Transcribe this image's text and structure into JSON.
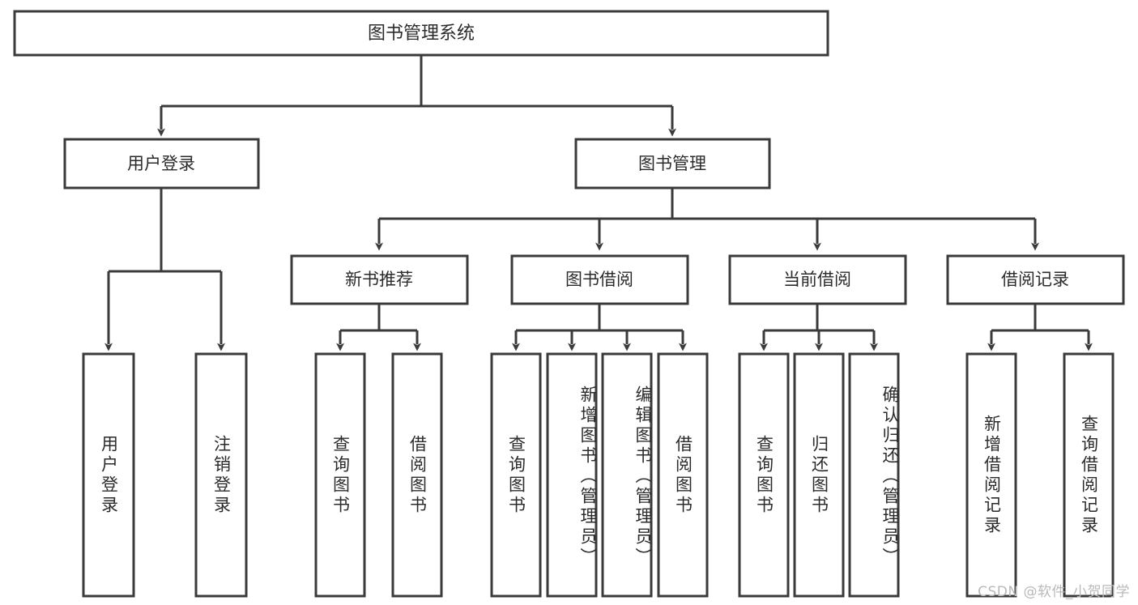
{
  "diagram": {
    "type": "tree",
    "title": "图书管理系统",
    "orientation": "top-down",
    "colors": {
      "box_stroke": "#3a3a3a",
      "box_fill": "#ffffff",
      "connector": "#3a3a3a",
      "text": "#2b2b2b",
      "watermark": "#b9b9b9",
      "background": "#ffffff"
    },
    "root": {
      "label": "图书管理系统"
    },
    "level1": [
      {
        "label": "用户登录"
      },
      {
        "label": "图书管理"
      }
    ],
    "level2": [
      {
        "label": "新书推荐"
      },
      {
        "label": "图书借阅"
      },
      {
        "label": "当前借阅"
      },
      {
        "label": "借阅记录"
      }
    ],
    "leaves": {
      "user_login": [
        {
          "label": "用户登录"
        },
        {
          "label": "注销登录"
        }
      ],
      "new_book_recommend": [
        {
          "label": "查询图书"
        },
        {
          "label": "借阅图书"
        }
      ],
      "book_borrow": [
        {
          "label": "查询图书"
        },
        {
          "label": "新增图书（管理员）"
        },
        {
          "label": "编辑图书（管理员）"
        },
        {
          "label": "借阅图书"
        }
      ],
      "current_borrow": [
        {
          "label": "查询图书"
        },
        {
          "label": "归还图书"
        },
        {
          "label": "确认归还（管理员）"
        }
      ],
      "borrow_record": [
        {
          "label": "新增借阅记录"
        },
        {
          "label": "查询借阅记录"
        }
      ]
    }
  },
  "watermark": {
    "text": "CSDN @软件_小贺同学"
  }
}
